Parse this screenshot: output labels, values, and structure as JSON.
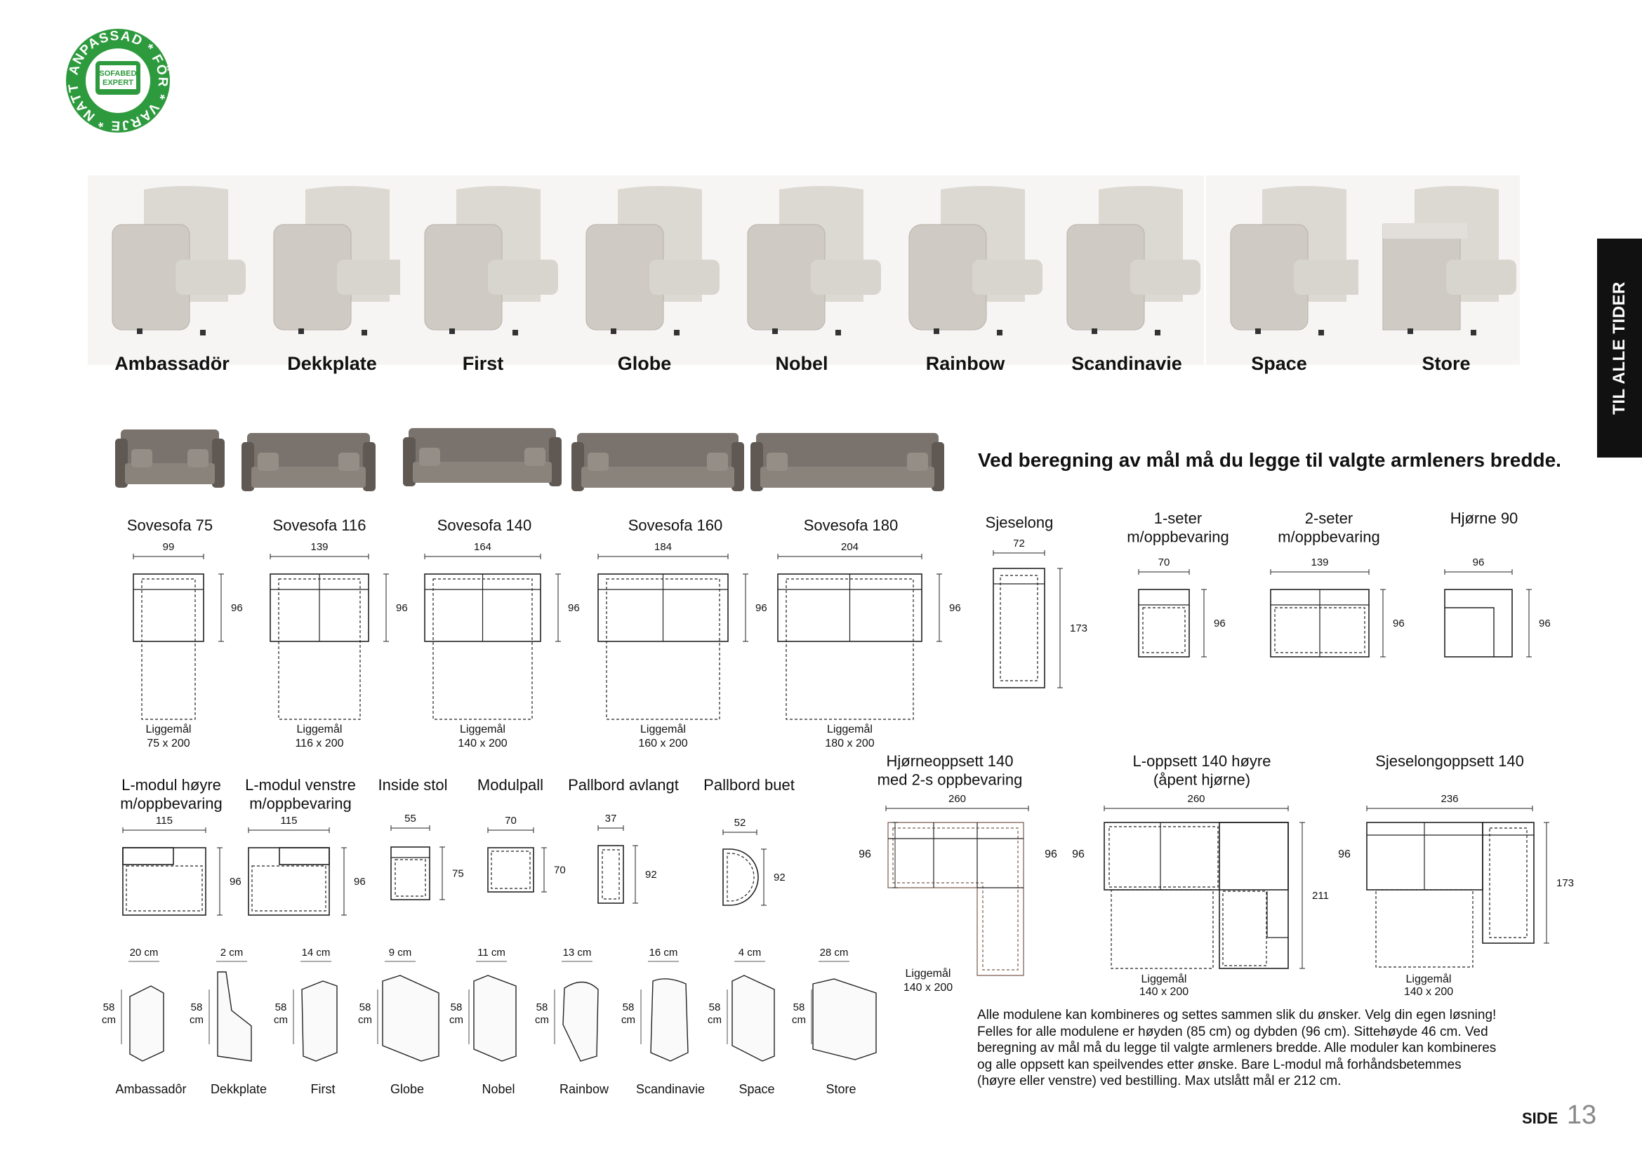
{
  "badge": {
    "ring_text": "ANPASSAD * FÖR * VARJE * NATT *",
    "center_line1": "SOFABED",
    "center_line2": "EXPERT"
  },
  "side_tab": "TIL ALLE TIDER",
  "armrest_labels": [
    "Ambassadör",
    "Dekkplate",
    "First",
    "Globe",
    "Nobel",
    "Rainbow",
    "Scandinavie",
    "Space",
    "Store"
  ],
  "note_heading": "Ved beregning av mål må du legge til valgte armleners bredde.",
  "sofas": [
    {
      "label": "Sovesofa 75",
      "width": "99",
      "depth": "96",
      "sleep": "Liggemål",
      "sleep_size": "75 x 200"
    },
    {
      "label": "Sovesofa 116",
      "width": "139",
      "depth": "96",
      "sleep": "Liggemål",
      "sleep_size": "116 x 200"
    },
    {
      "label": "Sovesofa 140",
      "width": "164",
      "depth": "96",
      "sleep": "Liggemål",
      "sleep_size": "140 x 200"
    },
    {
      "label": "Sovesofa 160",
      "width": "184",
      "depth": "96",
      "sleep": "Liggemål",
      "sleep_size": "160 x 200"
    },
    {
      "label": "Sovesofa 180",
      "width": "204",
      "depth": "96",
      "sleep": "Liggemål",
      "sleep_size": "180 x 200"
    }
  ],
  "modules_top": [
    {
      "label": "Sjeselong",
      "width": "72",
      "depth": "173"
    },
    {
      "label": "1-seter\nm/oppbevaring",
      "width": "70",
      "depth": "96"
    },
    {
      "label": "2-seter\nm/oppbevaring",
      "width": "139",
      "depth": "96"
    },
    {
      "label": "Hjørne 90",
      "width": "96",
      "depth": "96"
    }
  ],
  "modules_mid": [
    {
      "label": "L-modul høyre\nm/oppbevaring",
      "width": "115",
      "depth": "96"
    },
    {
      "label": "L-modul venstre\nm/oppbevaring",
      "width": "115",
      "depth": "96"
    },
    {
      "label": "Inside stol",
      "width": "55",
      "depth": "75"
    },
    {
      "label": "Modulpall",
      "width": "70",
      "depth": "70"
    },
    {
      "label": "Pallbord avlangt",
      "width": "37",
      "depth": "92"
    },
    {
      "label": "Pallbord buet",
      "width": "52",
      "depth": "92"
    }
  ],
  "setups": [
    {
      "label": "Hjørneoppsett 140\nmed 2-s oppbevaring",
      "width": "260",
      "depth_left": "96",
      "depth_right": "96",
      "sleep": "Liggemål",
      "sleep_size": "140 x 200"
    },
    {
      "label": "L-oppsett 140 høyre\n(åpent hjørne)",
      "width": "260",
      "depth_left": "96",
      "depth_right": "211",
      "sleep": "Liggemål",
      "sleep_size": "140 x 200"
    },
    {
      "label": "Sjeselongoppsett 140",
      "width": "236",
      "depth_left": "96",
      "depth_right": "173",
      "sleep": "Liggemål",
      "sleep_size": "140 x 200"
    }
  ],
  "armrests": [
    {
      "name": "Ambassadôr",
      "width": "20 cm",
      "height": "58\ncm"
    },
    {
      "name": "Dekkplate",
      "width": "2 cm",
      "height": "58\ncm"
    },
    {
      "name": "First",
      "width": "14 cm",
      "height": "58\ncm"
    },
    {
      "name": "Globe",
      "width": "9 cm",
      "height": "58\ncm"
    },
    {
      "name": "Nobel",
      "width": "11 cm",
      "height": "58\ncm"
    },
    {
      "name": "Rainbow",
      "width": "13 cm",
      "height": "58\ncm"
    },
    {
      "name": "Scandinavie",
      "width": "16 cm",
      "height": "58\ncm"
    },
    {
      "name": "Space",
      "width": "4 cm",
      "height": "58\ncm"
    },
    {
      "name": "Store",
      "width": "28 cm",
      "height": "58\ncm"
    }
  ],
  "footer_text": [
    "Alle modulene kan kombineres og settes sammen slik du ønsker. Velg din egen løsning!",
    "Felles for alle modulene er høyden (85 cm) og dybden (96 cm). Sittehøyde 46 cm. Ved",
    "beregning av mål må du legge til valgte armleners bredde. Alle moduler kan kombineres",
    "og alle oppsett kan speilvendes etter ønske. Bare L-modul må forhåndsbetemmes",
    "(høyre eller venstre) ved bestilling. Max utslått mål er 212 cm."
  ],
  "page": {
    "side_label": "SIDE",
    "number": "13"
  },
  "colors": {
    "badge_green": "#2e9a3e",
    "fabric": "#cfcac3",
    "sofa_dark": "#6f6862",
    "tab_bg": "#111111"
  }
}
